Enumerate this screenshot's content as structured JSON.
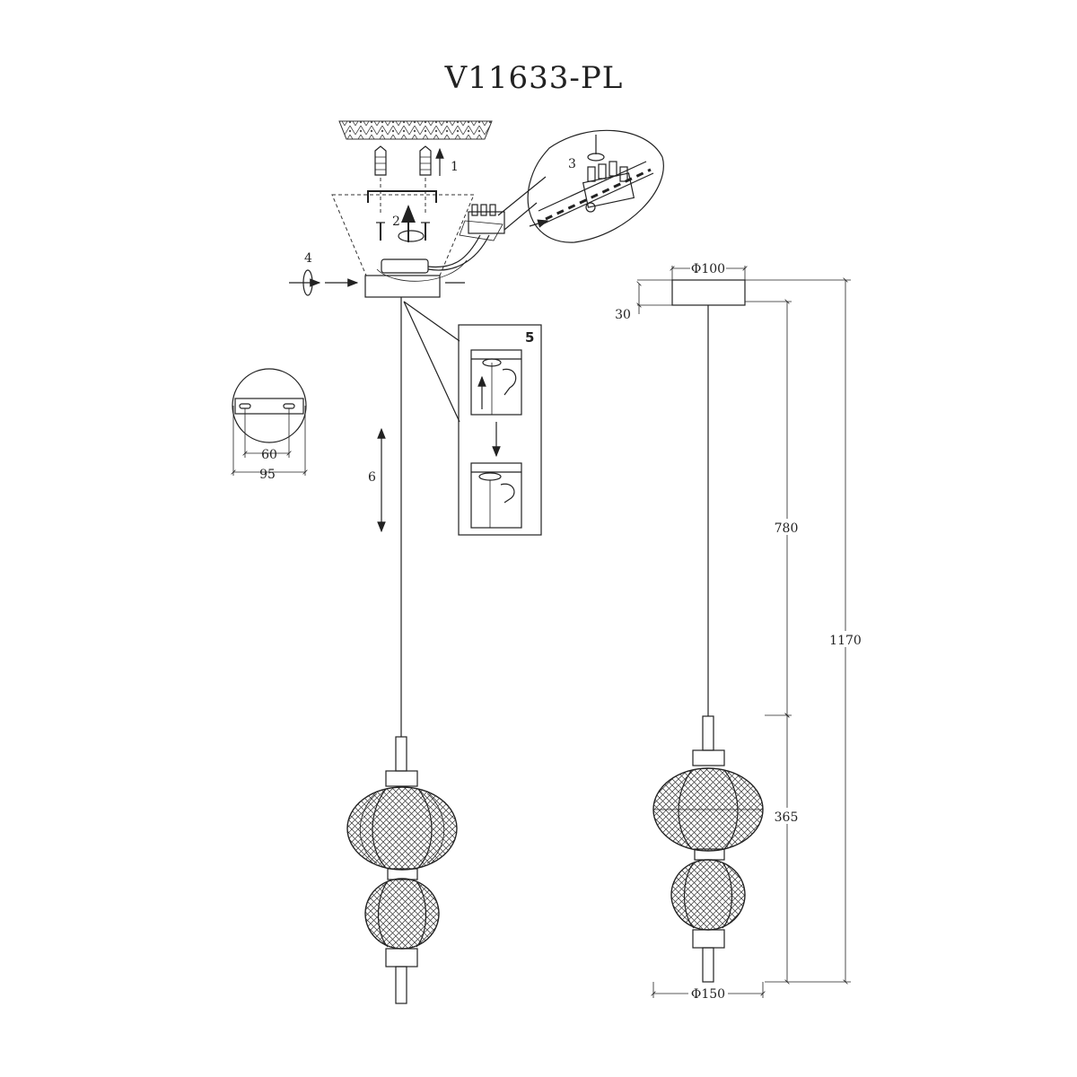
{
  "title": "V11633-PL",
  "steps": [
    "1",
    "2",
    "3",
    "4",
    "5",
    "6"
  ],
  "plate_detail": {
    "hole_spacing": "60",
    "diameter": "95"
  },
  "dimensions": {
    "canopy_diameter": "Φ100",
    "canopy_height": "30",
    "cable_length": "780",
    "total_height": "1170",
    "shade_height": "365",
    "shade_diameter": "Φ150"
  }
}
